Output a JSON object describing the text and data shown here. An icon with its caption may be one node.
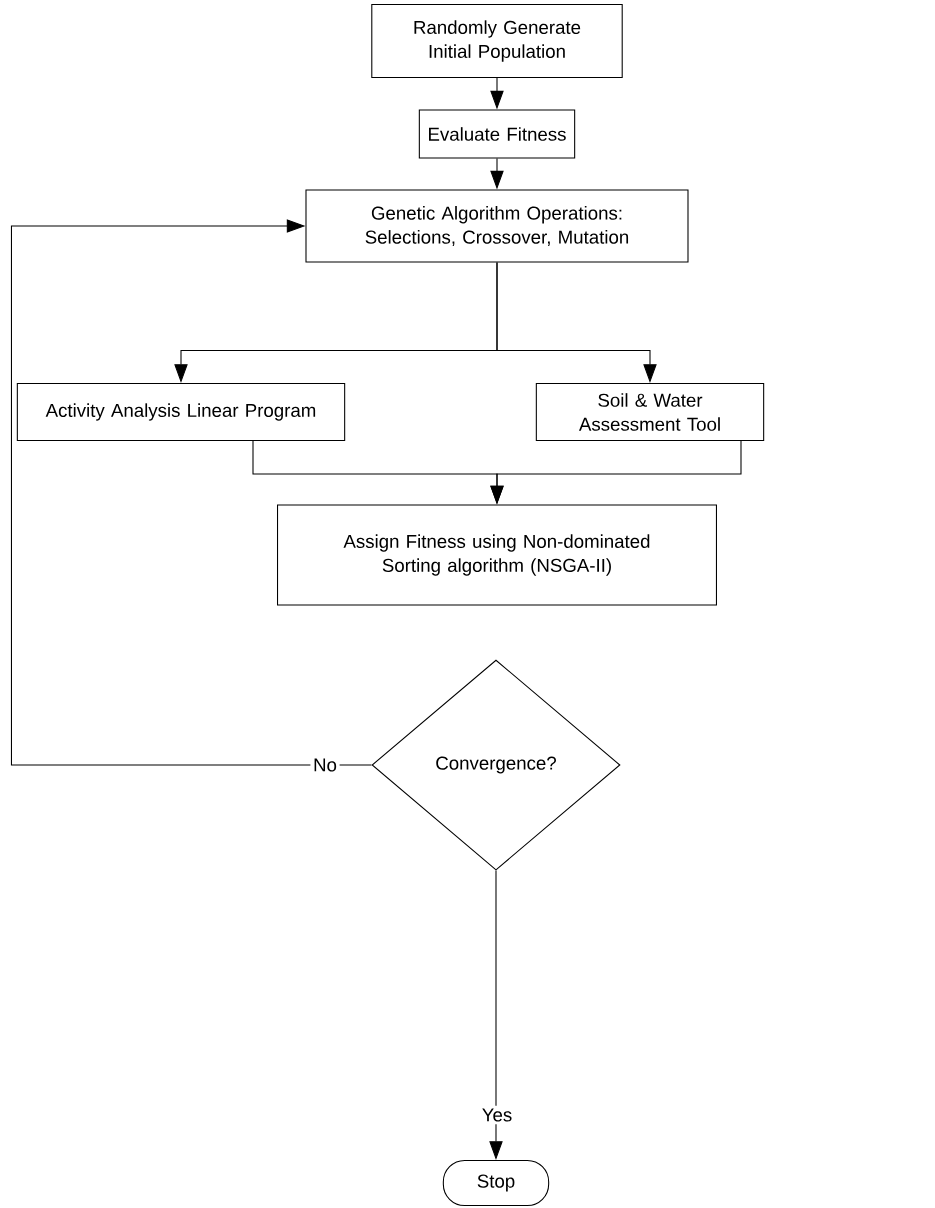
{
  "diagram": {
    "nodes": [
      {
        "text": [
          "Randomly Generate Initial Population"
        ]
      },
      {
        "text": [
          "Evaluate Fitness"
        ]
      },
      {
        "text": [
          "Genetic Algorithm Operations: Selections, Crossover, Mutation"
        ]
      },
      {
        "text": [
          "Activity Analysis Linear Program"
        ]
      },
      {
        "text": [
          "Soil & Water Assessment Tool"
        ]
      },
      {
        "text": [
          "Assign Fitness using Non-dominated Sorting algorithm (NSGA-II)"
        ]
      },
      {
        "text": [
          "Convergence?"
        ]
      },
      {
        "text": [
          "Stop"
        ]
      }
    ],
    "edges": [
      {
        "from": 0,
        "to": 1,
        "arrow": "to"
      },
      {
        "from": 1,
        "to": 2,
        "arrow": "to"
      },
      {
        "from": 2,
        "to": 3,
        "arrow": "to"
      },
      {
        "from": 2,
        "to": 4,
        "arrow": "to"
      },
      {
        "from": 3,
        "to": 5,
        "arrow": "to"
      },
      {
        "from": 4,
        "to": 5,
        "arrow": "to"
      },
      {
        "from": 6,
        "to": 2,
        "arrow": "to",
        "label": "No"
      },
      {
        "from": 6,
        "to": 7,
        "arrow": "to",
        "label": "Yes"
      }
    ]
  }
}
